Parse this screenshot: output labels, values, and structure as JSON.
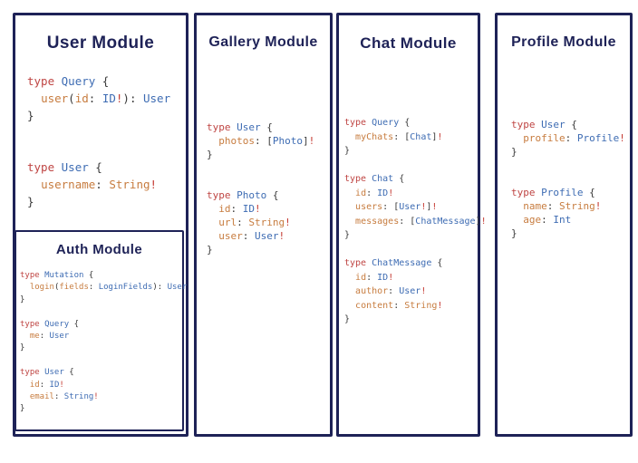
{
  "colors": {
    "border_navy": "#1e2257",
    "title_navy": "#1e2257",
    "background": "#ffffff",
    "syntax_keyword_red": "#bf4543",
    "syntax_type_blue": "#3e6cb3",
    "syntax_field_orange": "#c77c3f",
    "syntax_punct_dark": "#3a3a3a",
    "syntax_bang_red": "#c53b33"
  },
  "modules": [
    {
      "key": "user",
      "title": "User Module",
      "code": [
        [
          [
            "type ",
            "k"
          ],
          [
            "Query",
            "t"
          ],
          [
            " {",
            "p"
          ]
        ],
        [
          [
            "  ",
            "p"
          ],
          [
            "user",
            "f"
          ],
          [
            "(",
            "p"
          ],
          [
            "id",
            "f"
          ],
          [
            ": ",
            "p"
          ],
          [
            "ID",
            "t"
          ],
          [
            "!",
            "b"
          ],
          [
            "): ",
            "p"
          ],
          [
            "User",
            "t"
          ]
        ],
        [
          [
            "}",
            "p"
          ]
        ],
        [],
        [],
        [
          [
            "type ",
            "k"
          ],
          [
            "User",
            "t"
          ],
          [
            " {",
            "p"
          ]
        ],
        [
          [
            "  ",
            "p"
          ],
          [
            "username",
            "f"
          ],
          [
            ": ",
            "p"
          ],
          [
            "String",
            "f"
          ],
          [
            "!",
            "b"
          ]
        ],
        [
          [
            "}",
            "p"
          ]
        ]
      ]
    },
    {
      "key": "auth",
      "title": "Auth Module",
      "code": [
        [
          [
            "type ",
            "k"
          ],
          [
            "Mutation",
            "t"
          ],
          [
            " {",
            "p"
          ]
        ],
        [
          [
            "  ",
            "p"
          ],
          [
            "login",
            "f"
          ],
          [
            "(",
            "p"
          ],
          [
            "fields",
            "f"
          ],
          [
            ": ",
            "p"
          ],
          [
            "LoginFields",
            "t"
          ],
          [
            "): ",
            "p"
          ],
          [
            "User",
            "t"
          ]
        ],
        [
          [
            "}",
            "p"
          ]
        ],
        [],
        [
          [
            "type ",
            "k"
          ],
          [
            "Query",
            "t"
          ],
          [
            " {",
            "p"
          ]
        ],
        [
          [
            "  ",
            "p"
          ],
          [
            "me",
            "f"
          ],
          [
            ": ",
            "p"
          ],
          [
            "User",
            "t"
          ]
        ],
        [
          [
            "}",
            "p"
          ]
        ],
        [],
        [
          [
            "type ",
            "k"
          ],
          [
            "User",
            "t"
          ],
          [
            " {",
            "p"
          ]
        ],
        [
          [
            "  ",
            "p"
          ],
          [
            "id",
            "f"
          ],
          [
            ": ",
            "p"
          ],
          [
            "ID",
            "t"
          ],
          [
            "!",
            "b"
          ]
        ],
        [
          [
            "  ",
            "p"
          ],
          [
            "email",
            "f"
          ],
          [
            ": ",
            "p"
          ],
          [
            "String",
            "t"
          ],
          [
            "!",
            "b"
          ]
        ],
        [
          [
            "}",
            "p"
          ]
        ]
      ]
    },
    {
      "key": "gallery",
      "title": "Gallery Module",
      "code": [
        [
          [
            "type ",
            "k"
          ],
          [
            "User",
            "t"
          ],
          [
            " {",
            "p"
          ]
        ],
        [
          [
            "  ",
            "p"
          ],
          [
            "photos",
            "f"
          ],
          [
            ": ",
            "p"
          ],
          [
            "[",
            "p"
          ],
          [
            "Photo",
            "t"
          ],
          [
            "]",
            "p"
          ],
          [
            "!",
            "b"
          ]
        ],
        [
          [
            "}",
            "p"
          ]
        ],
        [],
        [],
        [
          [
            "type ",
            "k"
          ],
          [
            "Photo",
            "t"
          ],
          [
            " {",
            "p"
          ]
        ],
        [
          [
            "  ",
            "p"
          ],
          [
            "id",
            "f"
          ],
          [
            ": ",
            "p"
          ],
          [
            "ID",
            "t"
          ],
          [
            "!",
            "b"
          ]
        ],
        [
          [
            "  ",
            "p"
          ],
          [
            "url",
            "f"
          ],
          [
            ": ",
            "p"
          ],
          [
            "String",
            "f"
          ],
          [
            "!",
            "b"
          ]
        ],
        [
          [
            "  ",
            "p"
          ],
          [
            "user",
            "f"
          ],
          [
            ": ",
            "p"
          ],
          [
            "User",
            "t"
          ],
          [
            "!",
            "b"
          ]
        ],
        [
          [
            "}",
            "p"
          ]
        ]
      ]
    },
    {
      "key": "chat",
      "title": "Chat Module",
      "code": [
        [
          [
            "type ",
            "k"
          ],
          [
            "Query",
            "t"
          ],
          [
            " {",
            "p"
          ]
        ],
        [
          [
            "  ",
            "p"
          ],
          [
            "myChats",
            "f"
          ],
          [
            ": ",
            "p"
          ],
          [
            "[",
            "p"
          ],
          [
            "Chat",
            "t"
          ],
          [
            "]",
            "p"
          ],
          [
            "!",
            "b"
          ]
        ],
        [
          [
            "}",
            "p"
          ]
        ],
        [],
        [
          [
            "type ",
            "k"
          ],
          [
            "Chat",
            "t"
          ],
          [
            " {",
            "p"
          ]
        ],
        [
          [
            "  ",
            "p"
          ],
          [
            "id",
            "f"
          ],
          [
            ": ",
            "p"
          ],
          [
            "ID",
            "t"
          ],
          [
            "!",
            "b"
          ]
        ],
        [
          [
            "  ",
            "p"
          ],
          [
            "users",
            "f"
          ],
          [
            ": ",
            "p"
          ],
          [
            "[",
            "p"
          ],
          [
            "User",
            "t"
          ],
          [
            "!",
            "b"
          ],
          [
            "]",
            "p"
          ],
          [
            "!",
            "b"
          ]
        ],
        [
          [
            "  ",
            "p"
          ],
          [
            "messages",
            "f"
          ],
          [
            ": ",
            "p"
          ],
          [
            "[",
            "p"
          ],
          [
            "ChatMessage",
            "t"
          ],
          [
            "]",
            "p"
          ],
          [
            "!",
            "b"
          ]
        ],
        [
          [
            "}",
            "p"
          ]
        ],
        [],
        [
          [
            "type ",
            "k"
          ],
          [
            "ChatMessage",
            "t"
          ],
          [
            " {",
            "p"
          ]
        ],
        [
          [
            "  ",
            "p"
          ],
          [
            "id",
            "f"
          ],
          [
            ": ",
            "p"
          ],
          [
            "ID",
            "t"
          ],
          [
            "!",
            "b"
          ]
        ],
        [
          [
            "  ",
            "p"
          ],
          [
            "author",
            "f"
          ],
          [
            ": ",
            "p"
          ],
          [
            "User",
            "t"
          ],
          [
            "!",
            "b"
          ]
        ],
        [
          [
            "  ",
            "p"
          ],
          [
            "content",
            "f"
          ],
          [
            ": ",
            "p"
          ],
          [
            "String",
            "f"
          ],
          [
            "!",
            "b"
          ]
        ],
        [
          [
            "}",
            "p"
          ]
        ]
      ]
    },
    {
      "key": "profile",
      "title": "Profile Module",
      "code": [
        [
          [
            "type ",
            "k"
          ],
          [
            "User",
            "t"
          ],
          [
            " {",
            "p"
          ]
        ],
        [
          [
            "  ",
            "p"
          ],
          [
            "profile",
            "f"
          ],
          [
            ": ",
            "p"
          ],
          [
            "Profile",
            "t"
          ],
          [
            "!",
            "b"
          ]
        ],
        [
          [
            "}",
            "p"
          ]
        ],
        [],
        [],
        [
          [
            "type ",
            "k"
          ],
          [
            "Profile",
            "t"
          ],
          [
            " {",
            "p"
          ]
        ],
        [
          [
            "  ",
            "p"
          ],
          [
            "name",
            "f"
          ],
          [
            ": ",
            "p"
          ],
          [
            "String",
            "f"
          ],
          [
            "!",
            "b"
          ]
        ],
        [
          [
            "  ",
            "p"
          ],
          [
            "age",
            "f"
          ],
          [
            ": ",
            "p"
          ],
          [
            "Int",
            "t"
          ]
        ],
        [
          [
            "}",
            "p"
          ]
        ]
      ]
    }
  ]
}
